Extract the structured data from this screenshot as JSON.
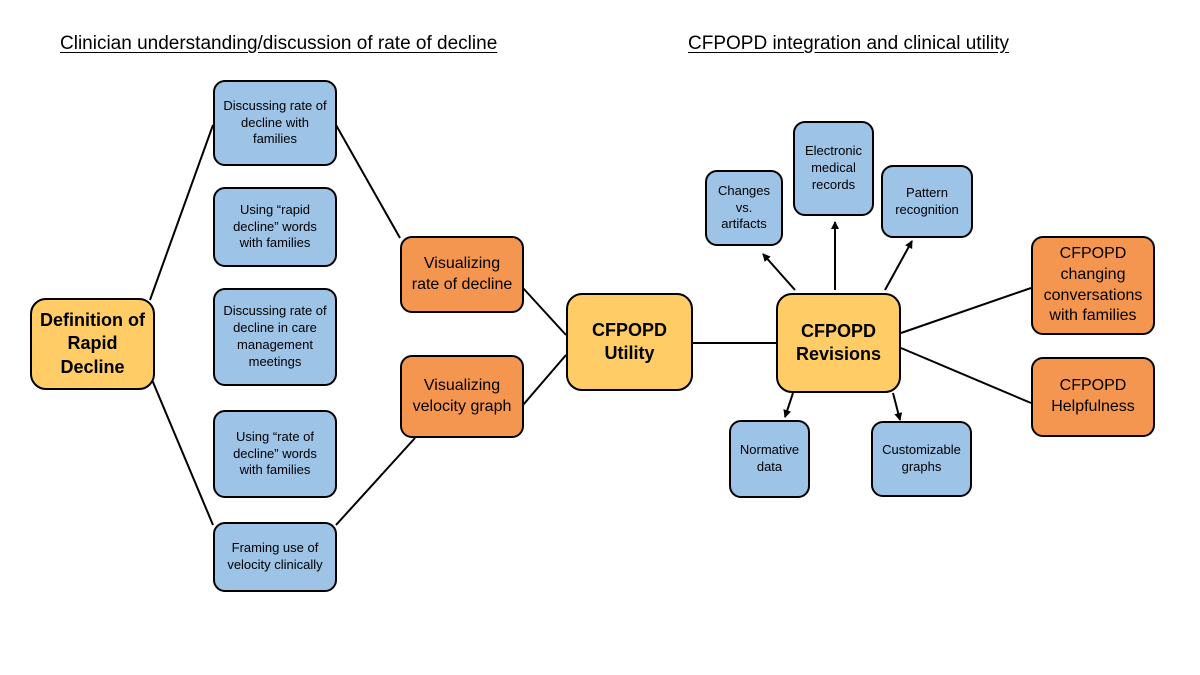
{
  "headings": {
    "left": "Clinician understanding/discussion of rate of decline",
    "right": "CFPOPD integration and clinical utility"
  },
  "nodes": {
    "definition": "Definition of Rapid Decline",
    "discussing_families": "Discussing rate of decline with families",
    "rapid_decline_words": "Using “rapid decline” words with families",
    "care_meetings": "Discussing rate of decline in care management meetings",
    "rate_words": "Using “rate of decline” words with families",
    "framing_velocity": "Framing use of velocity clinically",
    "visualizing_rate": "Visualizing rate of decline",
    "visualizing_velocity": "Visualizing velocity graph",
    "utility": "CFPOPD Utility",
    "revisions": "CFPOPD Revisions",
    "changes_artifacts": "Changes vs. artifacts",
    "emr": "Electronic medical records",
    "pattern": "Pattern recognition",
    "normative": "Normative data",
    "customizable": "Customizable graphs",
    "conversations": "CFPOPD changing conversations with families",
    "helpfulness": "CFPOPD Helpfulness"
  },
  "colors": {
    "blue_box": "#9dc3e6",
    "orange_box": "#f4964f",
    "yellow_box": "#ffcc66",
    "line": "#000000"
  }
}
